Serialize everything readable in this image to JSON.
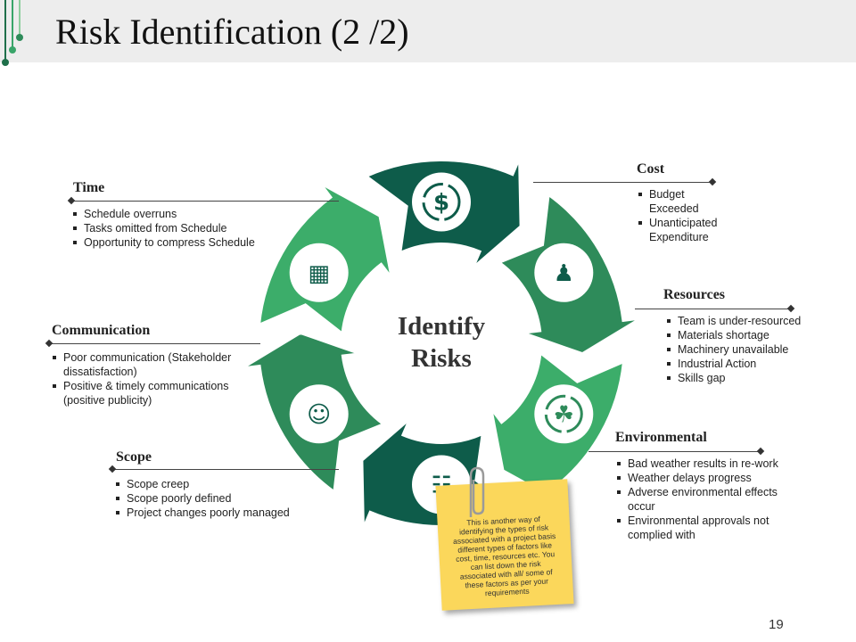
{
  "title": "Risk Identification (2 /2)",
  "center": {
    "line1": "Identify",
    "line2": "Risks"
  },
  "colors": {
    "dark_green": "#0e5c4a",
    "mid_green": "#2e8b5a",
    "light_green": "#3cad6a",
    "header_bg": "#ededed",
    "note_yellow": "#fbd75b"
  },
  "sections": {
    "cost": {
      "heading": "Cost",
      "items": [
        "Budget Exceeded",
        "Unanticipated Expenditure"
      ]
    },
    "resources": {
      "heading": "Resources",
      "items": [
        "Team is under-resourced",
        "Materials shortage",
        "Machinery unavailable",
        "Industrial Action",
        "Skills gap"
      ]
    },
    "environmental": {
      "heading": "Environmental",
      "items": [
        "Bad weather results in re-work",
        "Weather delays progress",
        "Adverse environmental effects occur",
        "Environmental approvals not complied with"
      ]
    },
    "time": {
      "heading": "Time",
      "items": [
        "Schedule overruns",
        "Tasks omitted from Schedule",
        "Opportunity to compress Schedule"
      ]
    },
    "communication": {
      "heading": "Communication",
      "items": [
        "Poor communication (Stakeholder dissatisfaction)",
        "Positive & timely communications (positive publicity)"
      ]
    },
    "scope": {
      "heading": "Scope",
      "items": [
        "Scope creep",
        "Scope poorly defined",
        "Project changes poorly managed"
      ]
    }
  },
  "note": "This is another way of identifying the types of risk associated with a project basis different types of factors like cost, time, resources etc. You can list down the risk associated with all/ some of these factors as per your requirements",
  "page_number": "19",
  "icons": [
    "dollar-cycle-icon",
    "team-hierarchy-icon",
    "eco-leaf-cycle-icon",
    "document-search-icon",
    "people-chat-icon",
    "calendar-clock-icon",
    "paperclip-icon"
  ]
}
